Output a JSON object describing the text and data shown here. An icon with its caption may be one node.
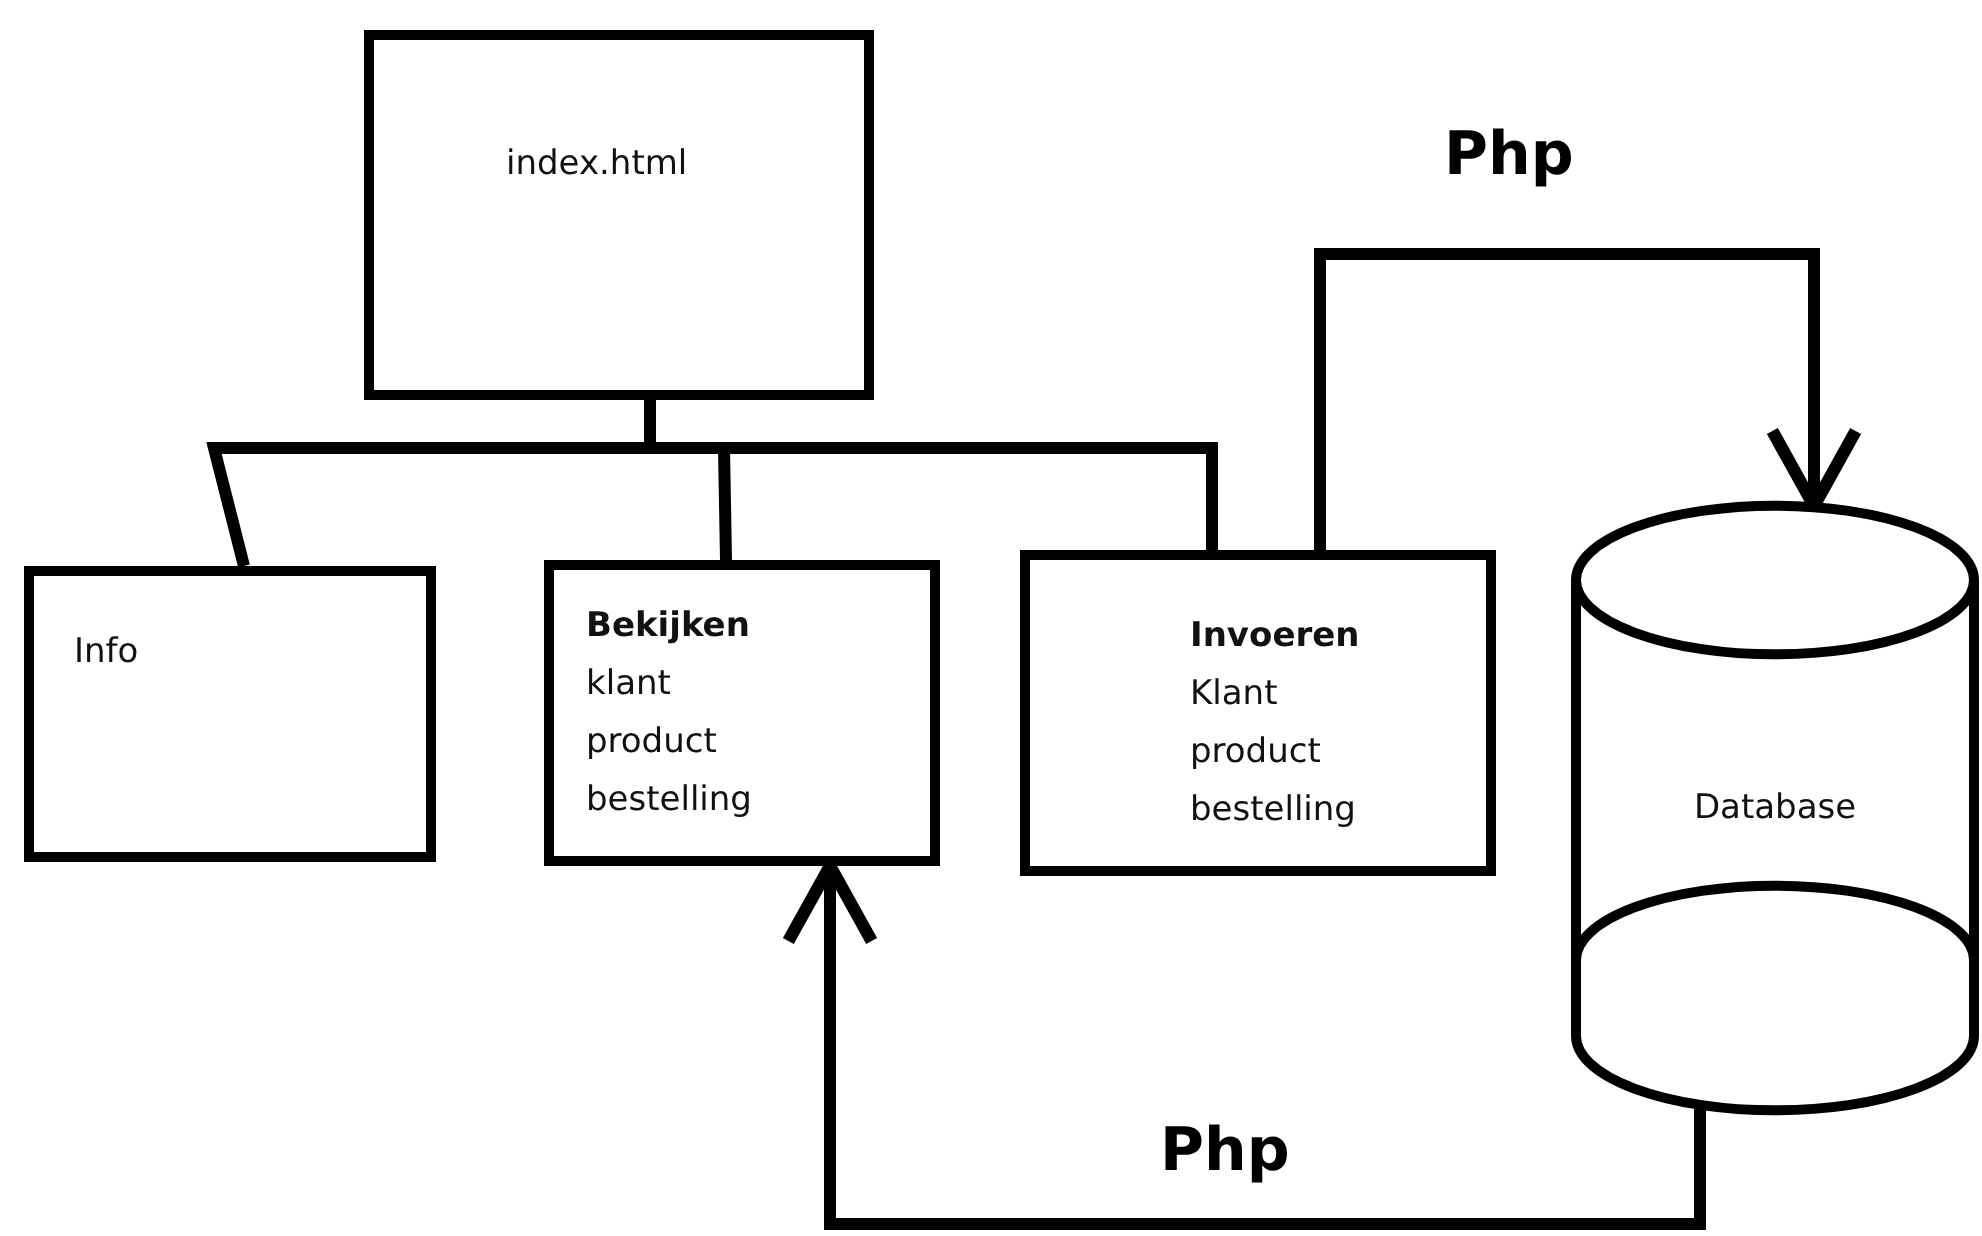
{
  "diagram": {
    "nodes": [
      {
        "text": [
          "index.html"
        ]
      },
      {
        "text": [
          "Info"
        ]
      },
      {
        "text": [
          "Bekijken",
          "klant",
          "product",
          "bestelling"
        ]
      },
      {
        "text": [
          "Invoeren",
          "Klant",
          "product",
          "bestelling"
        ]
      },
      {
        "text": [
          "Database"
        ]
      }
    ],
    "edges": [
      {
        "from": 0,
        "to": 1,
        "arrow": "none"
      },
      {
        "from": 0,
        "to": 2,
        "arrow": "none"
      },
      {
        "from": 0,
        "to": 3,
        "arrow": "none"
      },
      {
        "from": 3,
        "to": 4,
        "arrow": "to",
        "label": "Php"
      },
      {
        "from": 4,
        "to": 2,
        "arrow": "to",
        "label": "Php"
      }
    ]
  }
}
